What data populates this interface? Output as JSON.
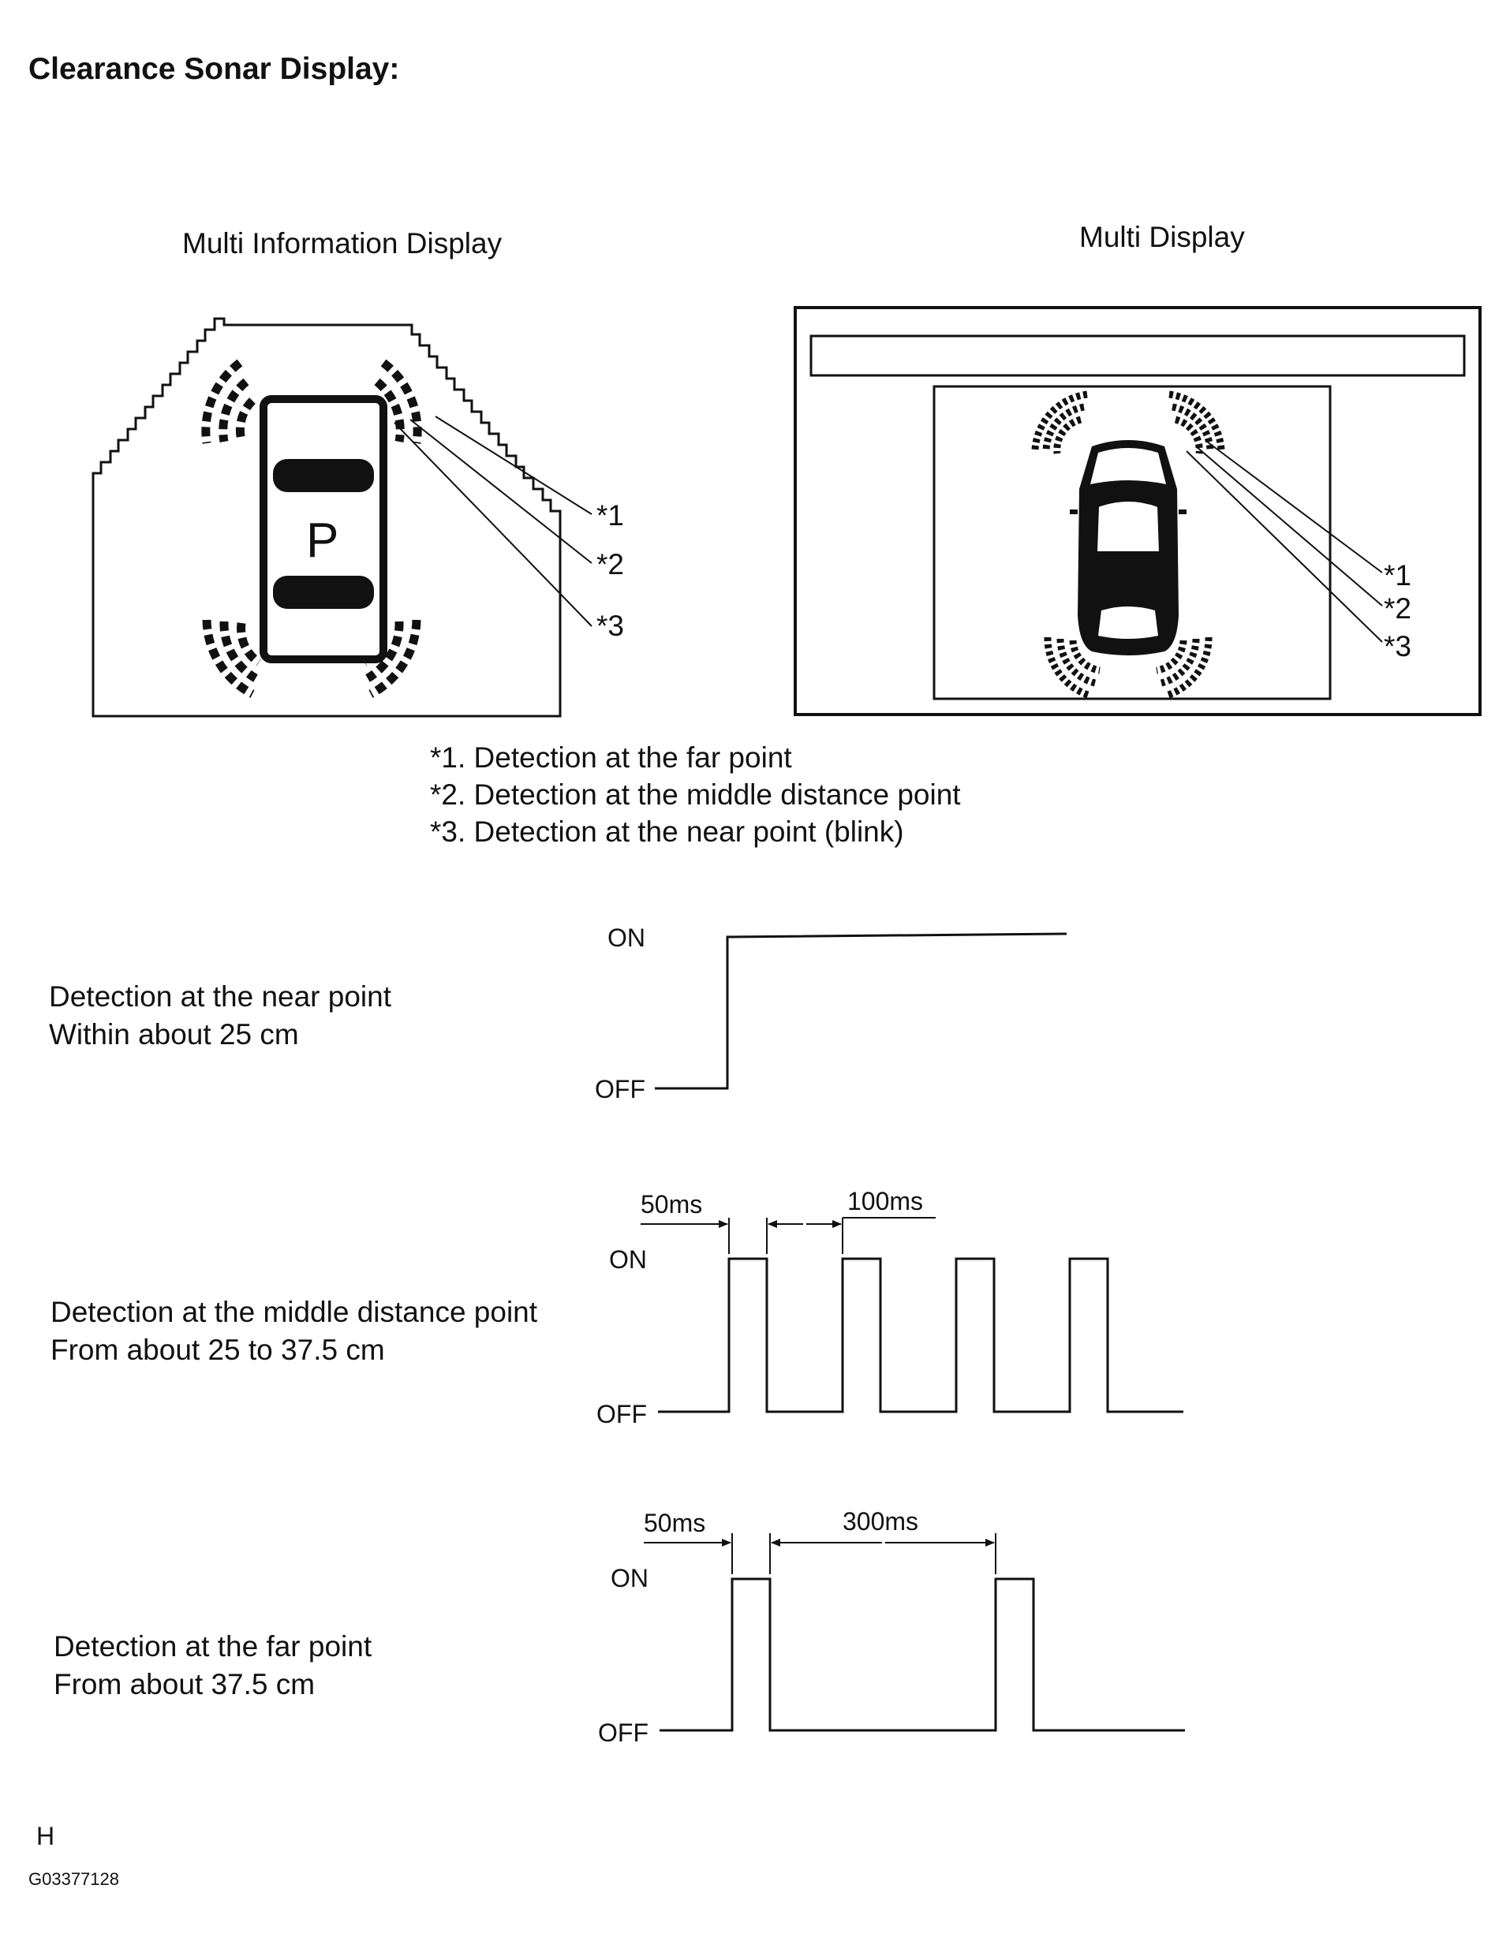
{
  "title": "Clearance Sonar Display:",
  "mid_caption": "Multi Information Display",
  "md_caption": "Multi Display",
  "mid_display": {
    "gear_indicator": "P",
    "callouts": [
      "*1",
      "*2",
      "*3"
    ]
  },
  "md_display": {
    "callouts": [
      "*1",
      "*2",
      "*3"
    ]
  },
  "legend": [
    "*1. Detection at the far point",
    "*2. Detection at the middle distance point",
    "*3. Detection at the near point (blink)"
  ],
  "timing": [
    {
      "name": "near",
      "title": "Detection at the near point",
      "range": "Within about 25 cm",
      "on_label": "ON",
      "off_label": "OFF",
      "dims": []
    },
    {
      "name": "middle",
      "title": "Detection at the middle distance point",
      "range": "From about 25 to 37.5 cm",
      "on_label": "ON",
      "off_label": "OFF",
      "dims": [
        "50ms",
        "100ms"
      ]
    },
    {
      "name": "far",
      "title": "Detection at the far point",
      "range": "From about 37.5 cm",
      "on_label": "ON",
      "off_label": "OFF",
      "dims": [
        "50ms",
        "300ms"
      ]
    }
  ],
  "footer": {
    "letter": "H",
    "code": "G03377128"
  }
}
